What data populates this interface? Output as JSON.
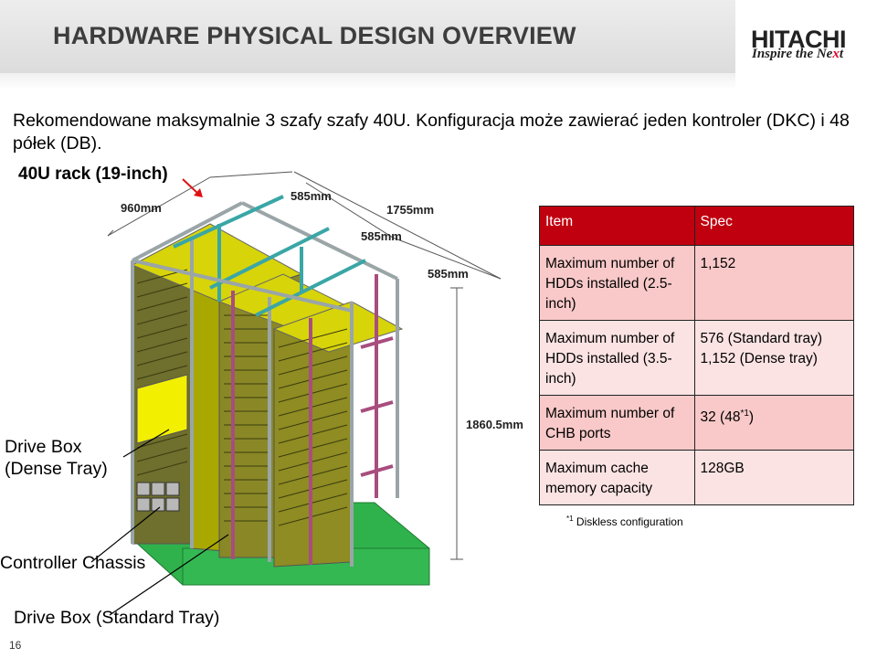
{
  "header": {
    "title": "HARDWARE PHYSICAL DESIGN OVERVIEW",
    "logo_main": "HITACHI",
    "logo_tag_a": "Inspire the Ne",
    "logo_tag_x": "x",
    "logo_tag_b": "t"
  },
  "intro": {
    "text": "Rekomendowane maksymalnie 3  szafy szafy 40U. Konfiguracja może zawierać jeden kontroler (DKC) i 48 półek (DB)."
  },
  "figure": {
    "rack_label": "40U rack (19-inch)",
    "dims": {
      "w960": "960mm",
      "w585a": "585mm",
      "w1755": "1755mm",
      "w585b": "585mm",
      "w585c": "585mm",
      "h1860": "1860.5mm"
    },
    "labels": {
      "drive_box_dense": "Drive Box\n(Dense Tray)",
      "controller_chassis": "Controller Chassis",
      "drive_box_standard": "Drive Box (Standard Tray)"
    }
  },
  "table": {
    "headers": [
      "Item",
      "Spec"
    ],
    "rows": [
      {
        "item": "Maximum number of HDDs installed (2.5-inch)",
        "spec": "1,152"
      },
      {
        "item": "Maximum number of HDDs installed (3.5-inch)",
        "spec": "576 (Standard tray) 1,152 (Dense tray)"
      },
      {
        "item": "Maximum number of CHB ports",
        "spec": "32 (48",
        "spec_sup": "*1",
        "spec_tail": ")"
      },
      {
        "item": "Maximum cache memory capacity",
        "spec": "128GB"
      }
    ],
    "footnote_mark": "*1",
    "footnote": " Diskless configuration"
  },
  "page_number": "16",
  "colors": {
    "accent_red": "#c0000f",
    "row_pink": "#f8cfcf",
    "rack_yellow": "#c9c700",
    "frame_teal": "#3aa6a6",
    "frame_purple": "#a84d7e",
    "base_green": "#2fb24b"
  }
}
